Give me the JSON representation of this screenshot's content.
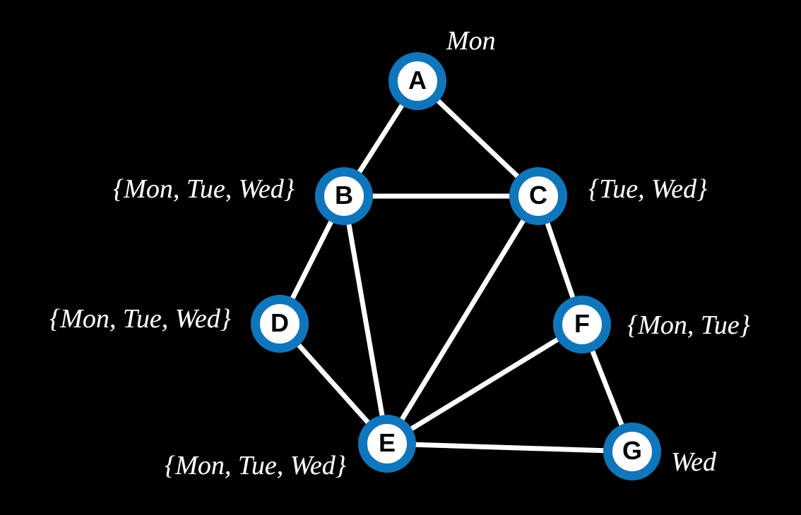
{
  "figure": {
    "title": "graph-coloring-constraint-graph",
    "background": "#000000",
    "node_ring_color": "#1076bc",
    "node_fill_color": "#ffffff",
    "node_letter_color": "#000000",
    "edge_color": "#ffffff",
    "label_color": "#ffffff"
  },
  "graph": {
    "type": "undirected-graph",
    "nodes": [
      {
        "id": "A",
        "domain": "Mon"
      },
      {
        "id": "B",
        "domain": "{Mon, Tue, Wed}"
      },
      {
        "id": "C",
        "domain": "{Tue, Wed}"
      },
      {
        "id": "D",
        "domain": "{Mon, Tue, Wed}"
      },
      {
        "id": "E",
        "domain": "{Mon, Tue, Wed}"
      },
      {
        "id": "F",
        "domain": "{Mon, Tue}"
      },
      {
        "id": "G",
        "domain": "Wed"
      }
    ],
    "edges": [
      [
        "A",
        "B"
      ],
      [
        "A",
        "C"
      ],
      [
        "B",
        "C"
      ],
      [
        "B",
        "D"
      ],
      [
        "B",
        "E"
      ],
      [
        "C",
        "E"
      ],
      [
        "C",
        "F"
      ],
      [
        "D",
        "E"
      ],
      [
        "E",
        "F"
      ],
      [
        "E",
        "G"
      ],
      [
        "F",
        "G"
      ]
    ]
  }
}
